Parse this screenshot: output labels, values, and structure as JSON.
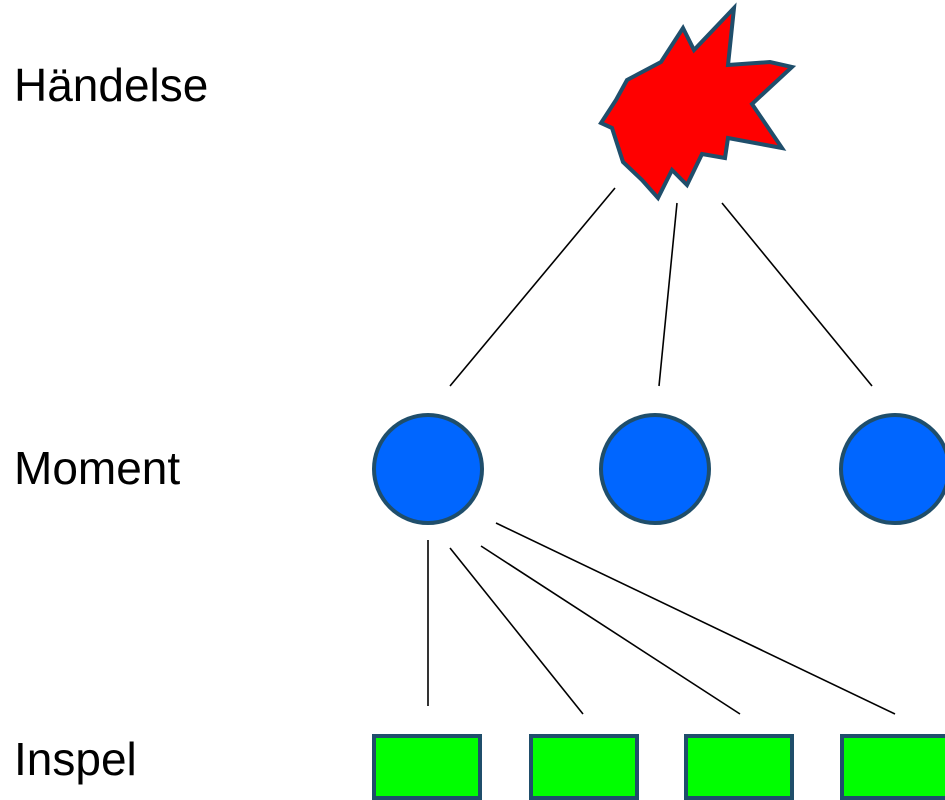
{
  "levels": {
    "event": "Händelse",
    "moment": "Moment",
    "input": "Inspel"
  },
  "colors": {
    "event_fill": "#ff0000",
    "moment_fill": "#0066ff",
    "input_fill": "#00ff00",
    "outline": "#1f4e6b",
    "connector": "#000000"
  }
}
